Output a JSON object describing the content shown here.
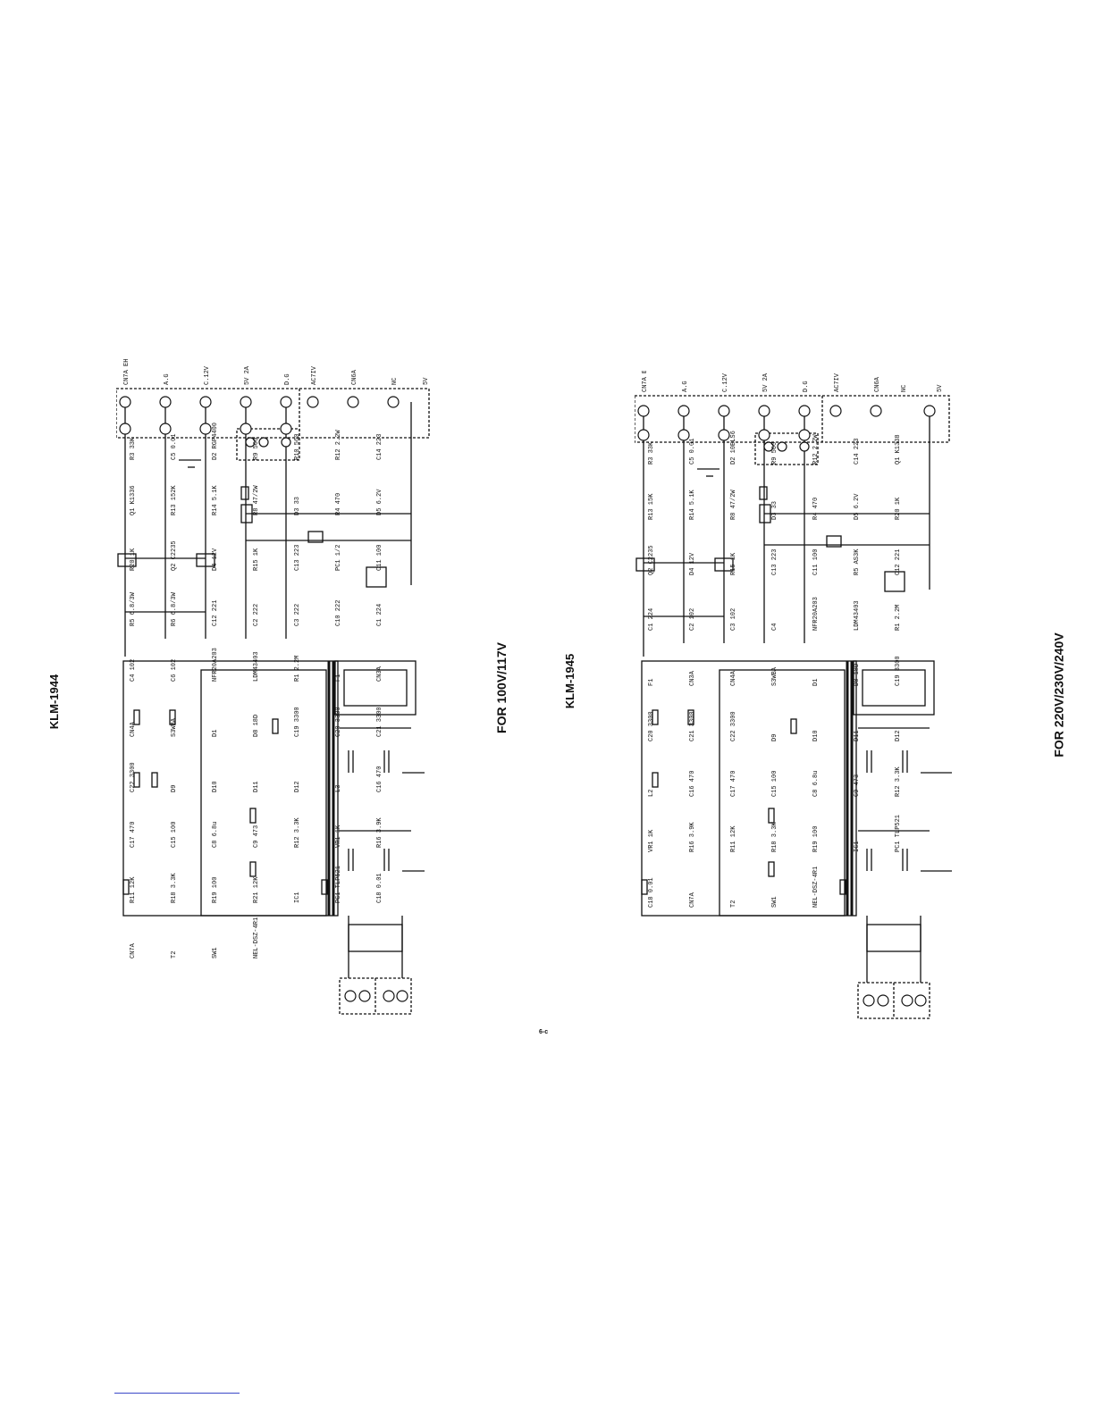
{
  "left": {
    "model": "KLM-1944",
    "caption": "FOR 100V/117V",
    "right_labels": [
      "CN7A EH",
      "A.G",
      "C.12V",
      "5V 2A",
      "D.G",
      "AC7IV",
      "CN6A",
      "NC",
      "5V"
    ],
    "parts": [
      "R3 33K",
      "C5 0.01",
      "D2 RGP4400",
      "R9 560",
      "R10 560",
      "R12 2.2W",
      "C14 223",
      "Q1 K1336",
      "R13 152K",
      "R14 5.1K",
      "R8 47/2W",
      "D3 33",
      "R4 470",
      "D5 6.2V",
      "R20 1K",
      "Q2 C2235",
      "D4 12V",
      "R15 1K",
      "C13 223",
      "PC1 1/2",
      "C11 100",
      "R5 6.8/3W",
      "R6 6.8/3W",
      "C12 221",
      "C2 222",
      "C3 222",
      "C10 222",
      "C1 224",
      "C4 102",
      "C6 102",
      "NFR20A203",
      "LDM43403",
      "R1 2.2M",
      "F1",
      "CN3A",
      "CN4A",
      "S3WBA",
      "D1",
      "D8 18D",
      "C19 3300",
      "C20 3300",
      "C21 3300",
      "C22 3300",
      "D9",
      "D10",
      "D11",
      "D12",
      "L3",
      "C16 470",
      "C17 470",
      "C15 100",
      "C8 6.8u",
      "C9 473",
      "R12 3.3K",
      "VR1 1K",
      "R16 3.9K",
      "R11 12K",
      "R18 3.3K",
      "R19 100",
      "R21 12K",
      "IC1",
      "PC1 TLP521",
      "C18 0.01",
      "CN7A",
      "T2",
      "SW1",
      "NEL-DSZ-4R1"
    ]
  },
  "right": {
    "model": "KLM-1945",
    "caption": "FOR 220V/230V/240V",
    "right_labels": [
      "CN7A EH",
      "A.G",
      "C.12V",
      "5V 2A",
      "D.G",
      "AC7IV",
      "CN6A",
      "NC",
      "5V"
    ],
    "parts": [
      "R3 33K",
      "C5 0.01",
      "D2 10ELS6",
      "R9 560",
      "R12 2.2W",
      "C14 223",
      "Q1 K1338",
      "R13 15K",
      "R14 5.1K",
      "R8 47/2W",
      "D3 33",
      "R4 470",
      "D5 6.2V",
      "R20 1K",
      "Q2 C2235",
      "D4 12V",
      "R15 1K",
      "C13 223",
      "C11 100",
      "R5 AS3K",
      "C12 221",
      "C1 224",
      "C2 102",
      "C3 102",
      "C4",
      "NFR20A203",
      "LDM43403",
      "R1 2.2M",
      "F1",
      "CN3A",
      "CN4A",
      "S3WBA",
      "D1",
      "D8 18D",
      "C19 3300",
      "C20 3300",
      "C21 3300",
      "C22 3300",
      "D9",
      "D10",
      "D11",
      "D12",
      "L2",
      "C16 470",
      "C17 470",
      "C15 100",
      "C8 6.8u",
      "C9 473",
      "R12 3.3K",
      "VR1 1K",
      "R16 3.9K",
      "R11 12K",
      "R18 3.3K",
      "R19 100",
      "IC1",
      "PC1 TLP521",
      "C18 0.01",
      "CN7A",
      "T2",
      "SW1",
      "NEL-DSZ-4R1"
    ]
  },
  "page_num": "6-c"
}
